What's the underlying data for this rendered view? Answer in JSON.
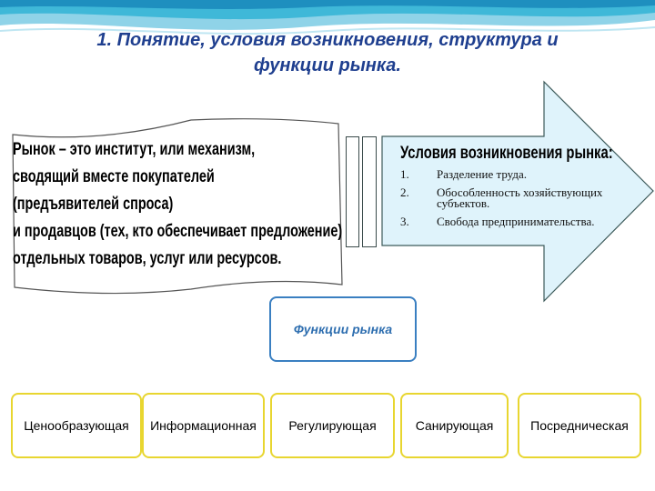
{
  "title": {
    "line1": "1. Понятие, условия возникновения, структура и",
    "line2": "функции рынка."
  },
  "definition": {
    "lines": [
      "Рынок – это институт, или механизм,",
      "сводящий вместе покупателей",
      "(предъявителей спроса)",
      "и продавцов (тех, кто обеспечивает предложение)",
      "отдельных товаров, услуг или ресурсов."
    ]
  },
  "conditions": {
    "title": "Условия возникновения рынка:",
    "items": [
      {
        "num": "1.",
        "text": "Разделение труда."
      },
      {
        "num": "2.",
        "text": "Обособленность хозяйствующих субъектов."
      },
      {
        "num": "3.",
        "text": "Свобода предпринимательства."
      }
    ]
  },
  "functions": {
    "title": "Функции рынка",
    "items": [
      "Ценообразующая",
      "Информационная",
      "Регулирующая",
      "Санирующая",
      "Посредническая"
    ]
  },
  "colors": {
    "title": "#1f3f8f",
    "banner": "#3fb8d8",
    "arrow_fill": "#dff3fb",
    "function_border": "#e8d630",
    "functions_title_border": "#3a7fc1"
  }
}
